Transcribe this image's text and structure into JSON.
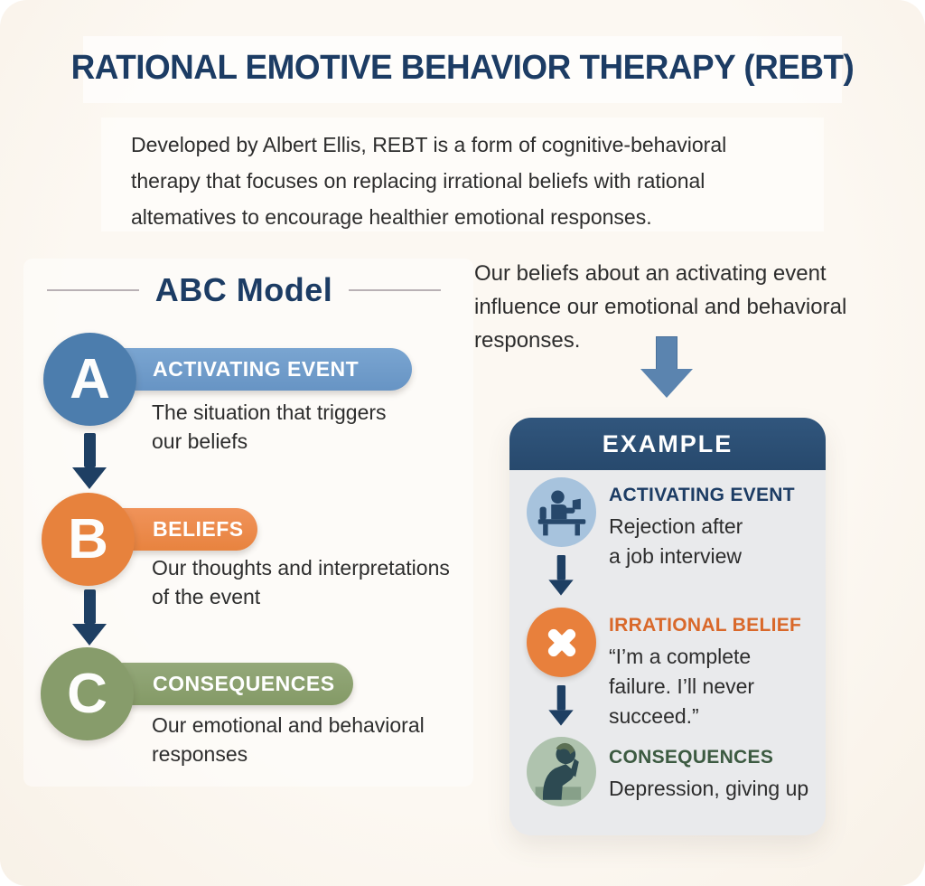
{
  "doc": {
    "title": "RATIONAL EMOTIVE BEHAVIOR THERAPY (REBT)",
    "intro": "Developed by Albert Ellis, REBT is a form of cognitive-behavioral\ntherapy that focuses on replacing irrational beliefs with rational\naltematives to encourage healthier emotional responses."
  },
  "abc": {
    "heading": "ABC Model",
    "steps": [
      {
        "letter": "A",
        "label": "ACTIVATING EVENT",
        "description": "The situation that triggers\nour beliefs"
      },
      {
        "letter": "B",
        "label": "BELIEFS",
        "description": "Our thoughts and interpretations\nof the event"
      },
      {
        "letter": "C",
        "label": "CONSEQUENCES",
        "description": "Our emotional and behavioral\nresponses"
      }
    ]
  },
  "note": {
    "text": "Our beliefs about an activating event\ninfluence our emotional and behavioral\nresponses."
  },
  "example": {
    "header": "EXAMPLE",
    "items": [
      {
        "icon": "person-at-desk-icon",
        "heading": "ACTIVATING EVENT",
        "text": "Rejection after\na job interview"
      },
      {
        "icon": "x-mark-icon",
        "heading": "IRRATIONAL BELIEF",
        "text": "“I’m a complete\nfailure. I’ll never\nsucceed.”"
      },
      {
        "icon": "depressed-person-icon",
        "heading": "CONSEQUENCES",
        "text": "Depression, giving up"
      }
    ]
  },
  "colors": {
    "title_navy": "#1c3c64",
    "body_text": "#2d2d2d",
    "step_a_circle": "#4c7dad",
    "step_a_pill": "#6f9cca",
    "step_b_circle": "#e7823d",
    "step_b_pill": "#ee8c4a",
    "step_c_circle": "#879c6b",
    "step_c_pill": "#8ba06f",
    "arrow_navy": "#1e3f63",
    "big_arrow_blue": "#5b84af",
    "example_header_bg": "#294c71",
    "card_bg": "#e9eaec",
    "activating_heading": "#1c3c64",
    "irrational_heading": "#d9682a",
    "consequences_heading": "#3c5a41",
    "activating_icon_bg": "#a7c3dd",
    "irrational_icon_bg": "#e8803c",
    "consequences_icon_bg": "#afc3ae",
    "background_cream": "#fbf6ee"
  }
}
